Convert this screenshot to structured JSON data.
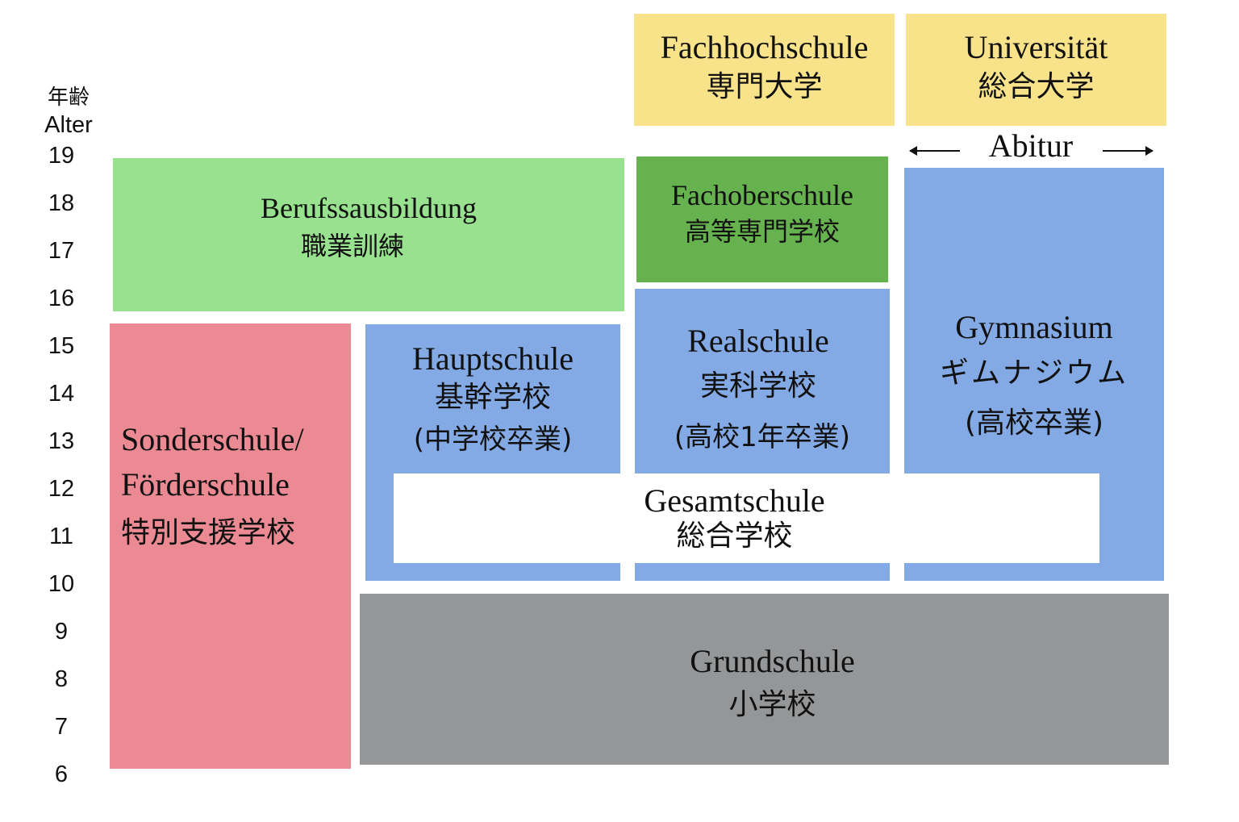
{
  "axis": {
    "label_ja": "年齢",
    "label_de": "Alter",
    "ticks": [
      "19",
      "18",
      "17",
      "16",
      "15",
      "14",
      "13",
      "12",
      "11",
      "10",
      "9",
      "8",
      "7",
      "6"
    ]
  },
  "colors": {
    "yellow": "#f8e38a",
    "light_green": "#98e18e",
    "dark_green": "#66b24f",
    "blue": "#84aae6",
    "pink": "#ec8a94",
    "gray": "#959698",
    "white": "#ffffff"
  },
  "schools": {
    "fachhochschule": {
      "de": "Fachhochschule",
      "ja": "専門大学"
    },
    "universitaet": {
      "de": "Universität",
      "ja": "総合大学"
    },
    "abitur": "Abitur",
    "berufsausbildung": {
      "de": "Berufssausbildung",
      "ja": "職業訓練"
    },
    "fachoberschule": {
      "de": "Fachoberschule",
      "ja": "高等専門学校"
    },
    "realschule": {
      "de": "Realschule",
      "ja": "実科学校",
      "note": "(高校1年卒業)"
    },
    "gymnasium": {
      "de": "Gymnasium",
      "ja": "ギムナジウム",
      "note": "(高校卒業)"
    },
    "hauptschule": {
      "de": "Hauptschule",
      "ja": "基幹学校",
      "note": "(中学校卒業)"
    },
    "sonderschule": {
      "de1": "Sonderschule/",
      "de2": "Förderschule",
      "ja": "特別支援学校"
    },
    "gesamtschule": {
      "de": "Gesamtschule",
      "ja": "総合学校"
    },
    "grundschule": {
      "de": "Grundschule",
      "ja": "小学校"
    }
  }
}
